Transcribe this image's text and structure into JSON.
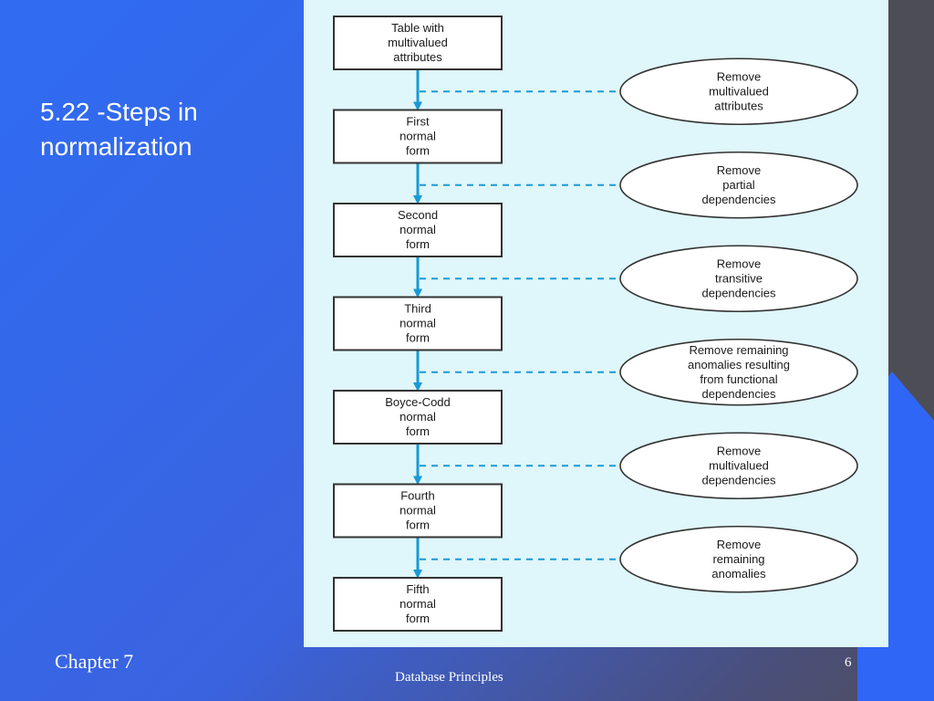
{
  "slide": {
    "title_line1": "5.22 -Steps in",
    "title_line2": "normalization",
    "footer_left": "Chapter 7",
    "footer_center": "Database Principles",
    "page_number": "6"
  },
  "diagram": {
    "stages": [
      {
        "lines": [
          "Table with",
          "multivalued",
          "attributes"
        ]
      },
      {
        "lines": [
          "First",
          "normal",
          "form"
        ]
      },
      {
        "lines": [
          "Second",
          "normal",
          "form"
        ]
      },
      {
        "lines": [
          "Third",
          "normal",
          "form"
        ]
      },
      {
        "lines": [
          "Boyce-Codd",
          "normal",
          "form"
        ]
      },
      {
        "lines": [
          "Fourth",
          "normal",
          "form"
        ]
      },
      {
        "lines": [
          "Fifth",
          "normal",
          "form"
        ]
      }
    ],
    "steps": [
      {
        "lines": [
          "Remove",
          "multivalued",
          "attributes"
        ]
      },
      {
        "lines": [
          "Remove",
          "partial",
          "dependencies"
        ]
      },
      {
        "lines": [
          "Remove",
          "transitive",
          "dependencies"
        ]
      },
      {
        "lines": [
          "Remove remaining",
          "anomalies resulting",
          "from functional",
          "dependencies"
        ]
      },
      {
        "lines": [
          "Remove",
          "multivalued",
          "dependencies"
        ]
      },
      {
        "lines": [
          "Remove",
          "remaining",
          "anomalies"
        ]
      }
    ]
  },
  "colors": {
    "background": "#2f6cf2",
    "figure_bg": "#dff6fa",
    "connector": "#1a9ad6",
    "dark_strip": "#4d4d55"
  }
}
